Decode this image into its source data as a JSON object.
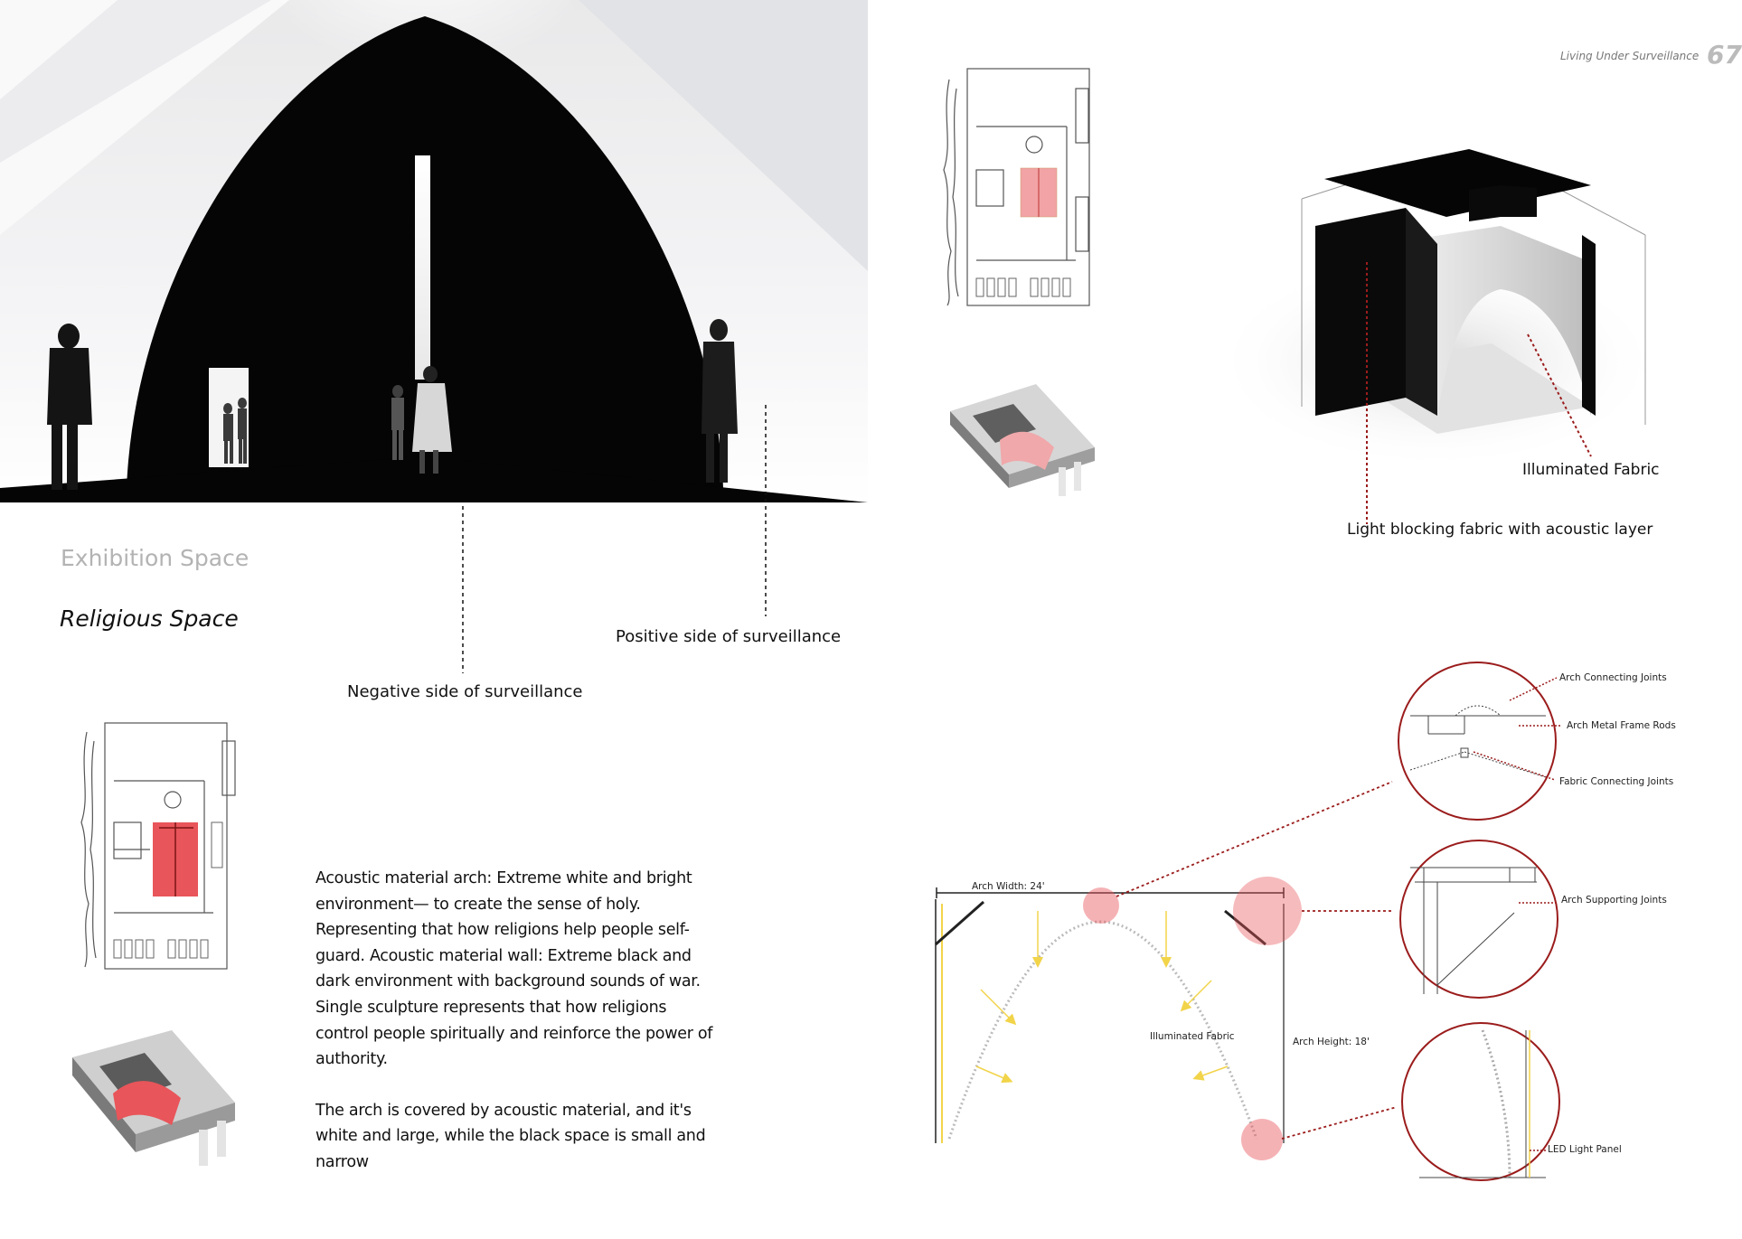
{
  "header": {
    "document_title": "Living Under Surveillance",
    "page_number": "67"
  },
  "left": {
    "section_heading": "Exhibition Space",
    "section_subheading": "Religious Space",
    "callouts": {
      "positive": "Positive side of surveillance",
      "negative": "Negative side of surveillance"
    },
    "description": {
      "paragraph_1": "Acoustic material arch: Extreme white and bright environment— to create the sense of holy. Representing that how religions help people self-guard. Acoustic material wall: Extreme black and dark environment with background sounds of war. Single sculpture represents that how religions control people spiritually and reinforce the power of authority.",
      "paragraph_2": "The arch is covered by acoustic material, and it's white and large, while the black space is small and narrow"
    }
  },
  "right": {
    "model_labels": {
      "illuminated_fabric": "Illuminated Fabric",
      "light_blocking_fabric": "Light blocking fabric with acoustic layer"
    },
    "section_detail": {
      "arch_width": "Arch Width: 24'",
      "arch_height": "Arch Height: 18'",
      "illuminated_fabric": "Illuminated Fabric",
      "details": {
        "arch_connecting_joints": "Arch Connecting Joints",
        "arch_metal_frame_rods": "Arch Metal Frame Rods",
        "fabric_connecting_joints": "Fabric Connecting Joints",
        "arch_supporting_joints": "Arch Supporting Joints",
        "led_light_panel": "LED Light Panel"
      }
    }
  },
  "colors": {
    "accent_red": "#e8555a",
    "detail_red": "#9b1c1c",
    "heading_gray": "#b3b3b3",
    "light_yellow": "#f2d44a"
  }
}
